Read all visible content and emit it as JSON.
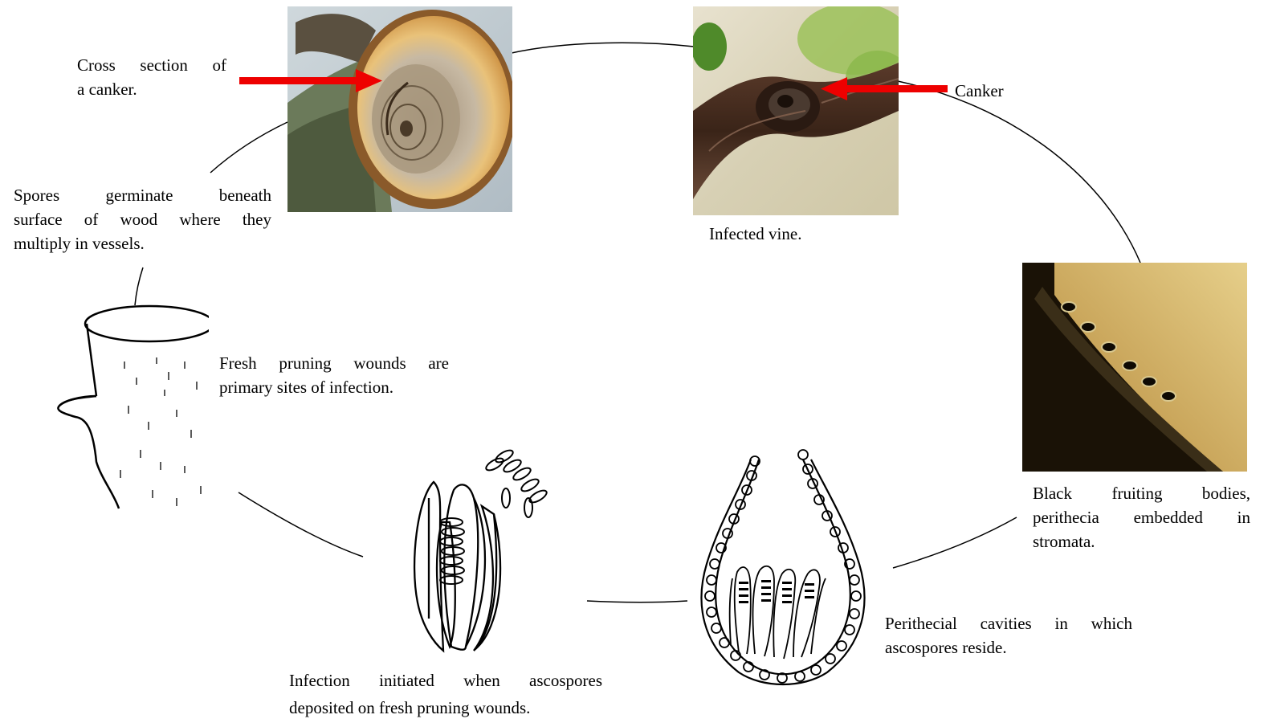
{
  "labels": {
    "cross_section": [
      "Cross section of",
      "a canker."
    ],
    "canker": "Canker",
    "infected_vine": "Infected vine.",
    "spores": [
      "Spores germinate beneath",
      "surface of wood where they",
      "multiply in vessels."
    ],
    "fresh_wounds": [
      "Fresh pruning wounds are",
      "primary sites of infection."
    ],
    "black_fruiting": [
      "Black fruiting bodies,",
      "perithecia embedded in",
      "stromata."
    ],
    "perithecial": [
      "Perithecial cavities in which",
      "ascospores reside."
    ],
    "infection": [
      "Infection initiated when ascospores",
      "deposited on fresh pruning wounds."
    ]
  },
  "colors": {
    "arrow": "#ee0000",
    "line": "#000000",
    "wood_light": "#e8c27a",
    "wood_dark": "#3a2418",
    "bg_green": "#9cc25a",
    "stroma_dark": "#1a1206",
    "stroma_light": "#d9b968"
  }
}
